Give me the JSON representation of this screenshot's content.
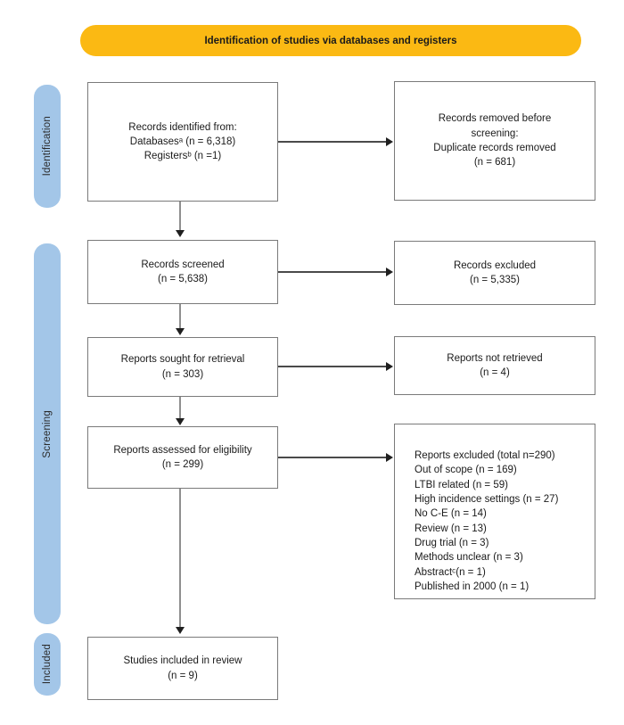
{
  "header": {
    "title": "Identification of studies via databases and registers"
  },
  "stages": {
    "identification": "Identification",
    "screening": "Screening",
    "included": "Included"
  },
  "boxes": {
    "records_identified": {
      "lines": [
        "Records identified from:",
        "Databasesᵃ (n = 6,318)",
        "Registersᵇ (n =1)"
      ]
    },
    "records_removed": {
      "lines": [
        "Records removed before",
        "screening:",
        "Duplicate records removed",
        "(n = 681)"
      ]
    },
    "records_screened": {
      "lines": [
        "Records screened",
        "(n = 5,638)"
      ]
    },
    "records_excluded": {
      "lines": [
        "Records excluded",
        "(n = 5,335)"
      ]
    },
    "reports_sought": {
      "lines": [
        "Reports sought for retrieval",
        "(n = 303)"
      ]
    },
    "reports_not_retrieved": {
      "lines": [
        "Reports not retrieved",
        "(n = 4)"
      ]
    },
    "reports_assessed": {
      "lines": [
        "Reports assessed for eligibility",
        "(n = 299)"
      ]
    },
    "reports_excluded": {
      "lines": [
        "Reports excluded (total n=290)",
        "Out of scope (n = 169)",
        "LTBI related (n = 59)",
        "High incidence settings (n = 27)",
        "No C-E (n = 14)",
        "Review (n = 13)",
        "Drug trial (n = 3)",
        "Methods unclear (n = 3)",
        "Abstractᶜ(n = 1)",
        "Published in 2000 (n = 1)"
      ]
    },
    "studies_included": {
      "lines": [
        "Studies included in review",
        "(n = 9)"
      ]
    }
  },
  "colors": {
    "banner-yellow": "#FBB913",
    "stage-blue": "#A3C6E8",
    "box-border": "#7A7A7A",
    "text": "#1A1A1A",
    "arrow-line": "#8F8F8F",
    "arrow-line-h": "#4A4A4A",
    "arrow-head": "#1F1F1F"
  }
}
